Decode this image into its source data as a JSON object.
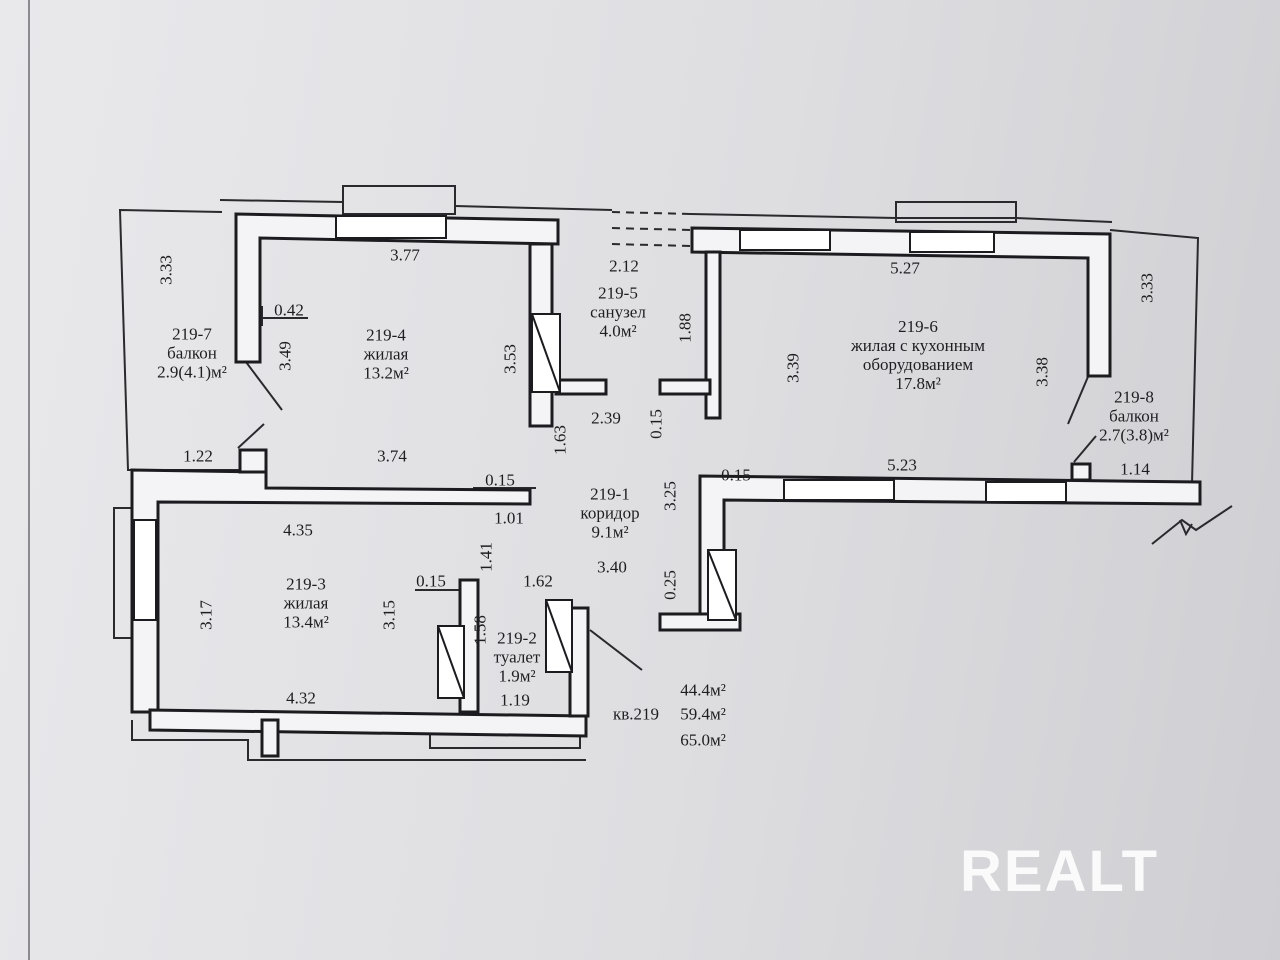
{
  "rooms": {
    "r219_1": {
      "id": "219-1",
      "name": "коридор",
      "area": "9.1м²"
    },
    "r219_2": {
      "id": "219-2",
      "name": "туалет",
      "area": "1.9м²"
    },
    "r219_3": {
      "id": "219-3",
      "name": "жилая",
      "area": "13.4м²"
    },
    "r219_4": {
      "id": "219-4",
      "name": "жилая",
      "area": "13.2м²"
    },
    "r219_5": {
      "id": "219-5",
      "name": "санузел",
      "area": "4.0м²"
    },
    "r219_6": {
      "id": "219-6",
      "name_line1": "жилая с кухонным",
      "name_line2": "оборудованием",
      "area": "17.8м²"
    },
    "r219_7": {
      "id": "219-7",
      "name": "балкон",
      "area": "2.9(4.1)м²"
    },
    "r219_8": {
      "id": "219-8",
      "name": "балкон",
      "area": "2.7(3.8)м²"
    }
  },
  "dimensions": {
    "d3_33_left": "3.33",
    "d3_77": "3.77",
    "d2_12": "2.12",
    "d5_27": "5.27",
    "d3_33_right": "3.33",
    "d0_42": "0.42",
    "d3_49": "3.49",
    "d3_53": "3.53",
    "d1_88": "1.88",
    "d3_39": "3.39",
    "d3_38": "3.38",
    "d2_39": "2.39",
    "d0_15_a": "0.15",
    "d1_63": "1.63",
    "d1_22": "1.22",
    "d3_74": "3.74",
    "d0_15_b": "0.15",
    "d0_15_c": "0.15",
    "d5_23": "5.23",
    "d1_14": "1.14",
    "d3_25": "3.25",
    "d4_35": "4.35",
    "d1_01": "1.01",
    "d1_41": "1.41",
    "d0_15_d": "0.15",
    "d1_62": "1.62",
    "d3_40": "3.40",
    "d0_25": "0.25",
    "d3_17": "3.17",
    "d3_15": "3.15",
    "d1_58": "1.58",
    "d4_32": "4.32",
    "d1_19": "1.19"
  },
  "apartment": {
    "label": "кв.219",
    "area_1": "44.4м²",
    "area_2": "59.4м²",
    "area_3": "65.0м²"
  },
  "watermark": "REALT"
}
